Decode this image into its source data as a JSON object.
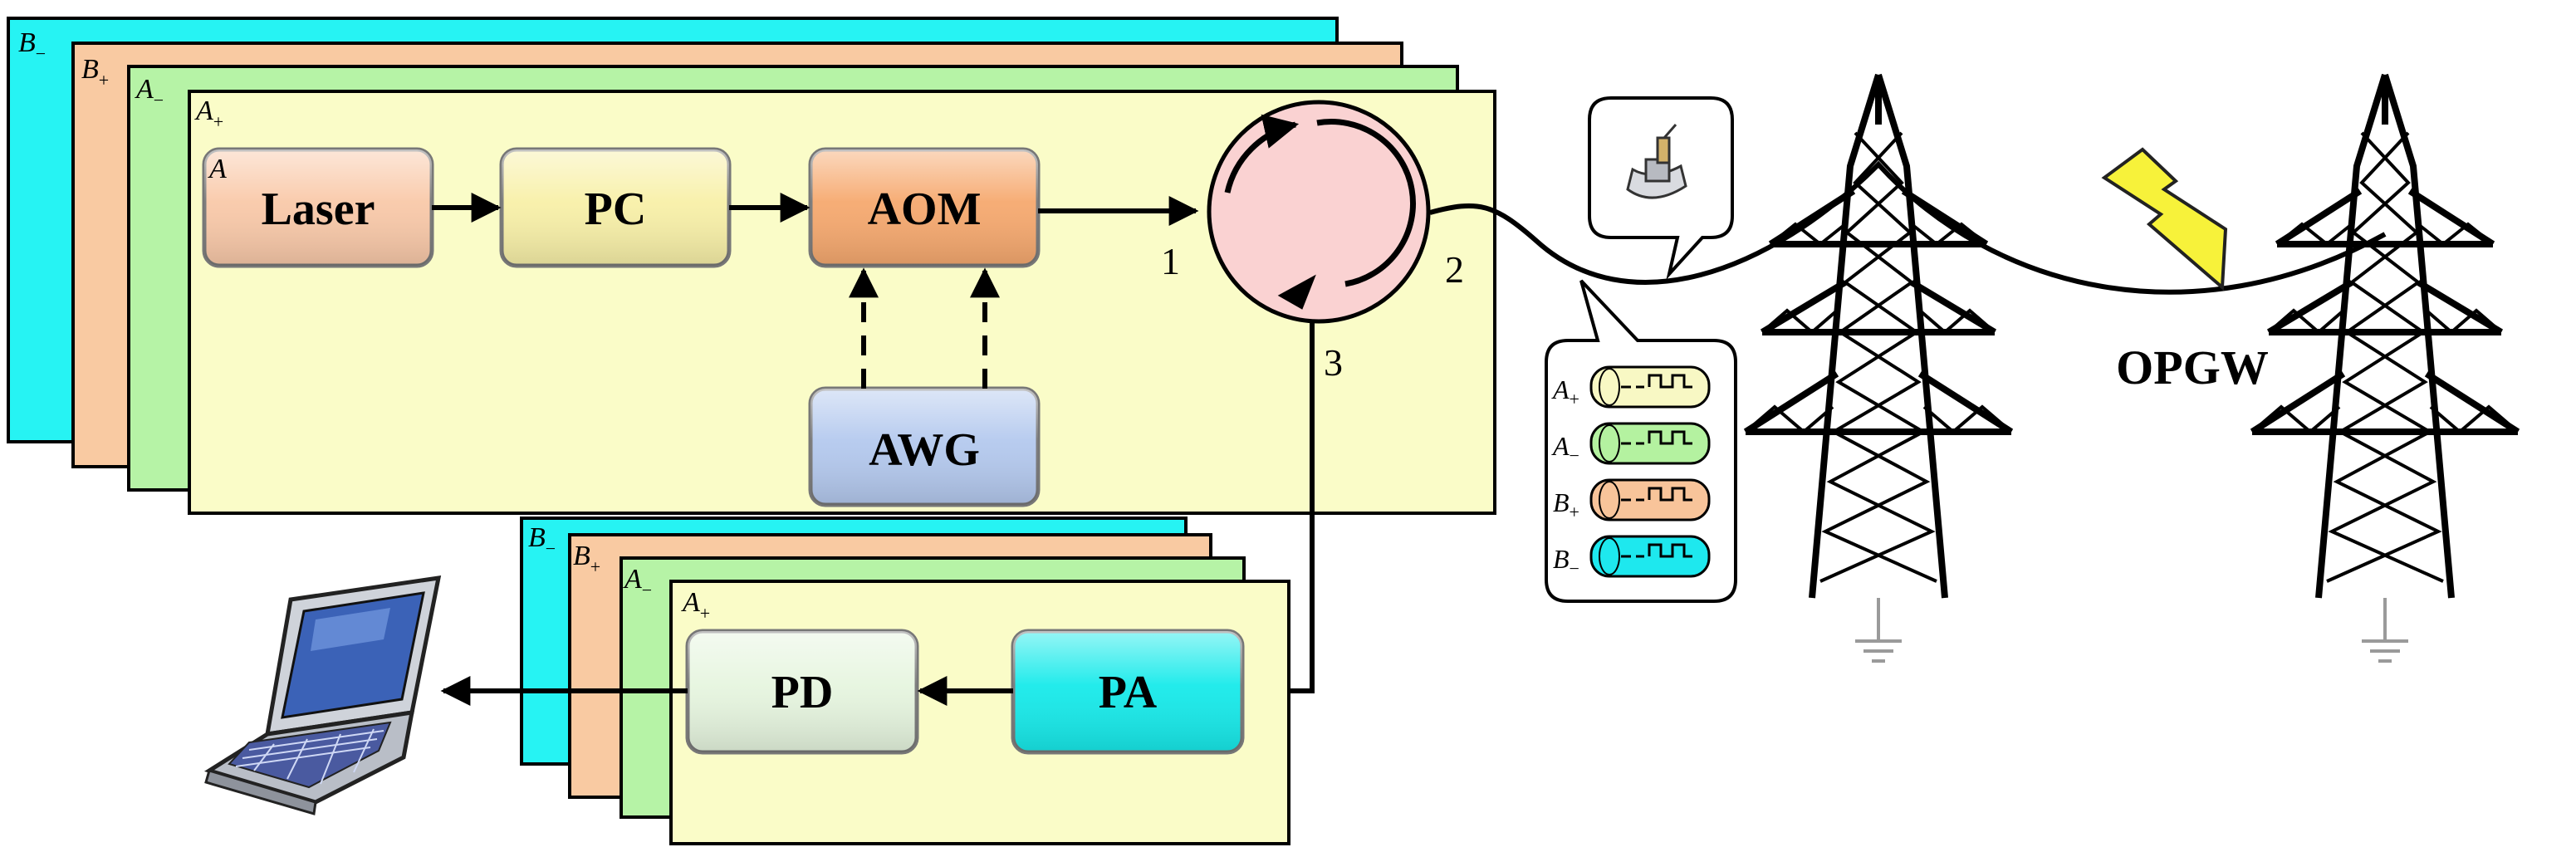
{
  "top_stack": {
    "layers": [
      {
        "base": "B",
        "sign": "−",
        "fill": "#26f3f3"
      },
      {
        "base": "B",
        "sign": "+",
        "fill": "#f9caa2"
      },
      {
        "base": "A",
        "sign": "−",
        "fill": "#b6f3a6"
      },
      {
        "base": "A",
        "sign": "+",
        "fill": "#fafcc8"
      }
    ],
    "corner_mark": "A"
  },
  "bottom_stack": {
    "layers": [
      {
        "base": "B",
        "sign": "−",
        "fill": "#26f3f3"
      },
      {
        "base": "B",
        "sign": "+",
        "fill": "#f9caa2"
      },
      {
        "base": "A",
        "sign": "−",
        "fill": "#b6f3a6"
      },
      {
        "base": "A",
        "sign": "+",
        "fill": "#fafcc8"
      }
    ]
  },
  "components": {
    "laser": {
      "label": "Laser",
      "fill": "#f9c9a9"
    },
    "pc": {
      "label": "PC",
      "fill": "#f8f0a8"
    },
    "aom": {
      "label": "AOM",
      "fill": "#f6a96f"
    },
    "awg": {
      "label": "AWG",
      "fill": "#b4c9ee"
    },
    "pd": {
      "label": "PD",
      "fill": "#e6f5df"
    },
    "pa": {
      "label": "PA",
      "fill": "#17eaea"
    }
  },
  "circulator": {
    "fill": "#fad2d2",
    "ports": [
      "1",
      "2",
      "3"
    ]
  },
  "legend": {
    "items": [
      {
        "base": "A",
        "sign": "+",
        "fill": "#f8f8c4"
      },
      {
        "base": "A",
        "sign": "−",
        "fill": "#b4f2a0"
      },
      {
        "base": "B",
        "sign": "+",
        "fill": "#f8c49a"
      },
      {
        "base": "B",
        "sign": "−",
        "fill": "#1ee8ee"
      }
    ]
  },
  "opgw_label": "OPGW",
  "lightning": {
    "fill": "#f7f23a"
  }
}
